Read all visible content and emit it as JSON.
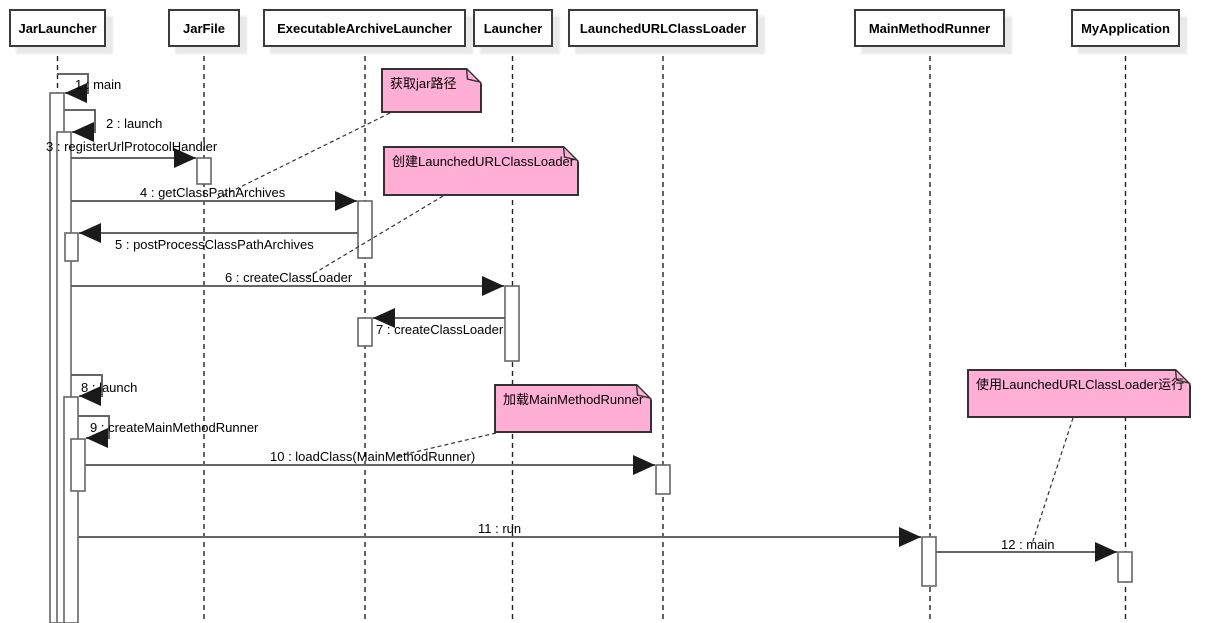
{
  "participants": [
    {
      "name": "JarLauncher"
    },
    {
      "name": "JarFile"
    },
    {
      "name": "ExecutableArchiveLauncher"
    },
    {
      "name": "Launcher"
    },
    {
      "name": "LaunchedURLClassLoader"
    },
    {
      "name": "MainMethodRunner"
    },
    {
      "name": "MyApplication"
    }
  ],
  "messages": [
    {
      "label": "1 : main",
      "from": "JarLauncher",
      "to": "JarLauncher",
      "kind": "self"
    },
    {
      "label": "2 : launch",
      "from": "JarLauncher",
      "to": "JarLauncher",
      "kind": "self"
    },
    {
      "label": "3 : registerUrlProtocolHandler",
      "from": "JarLauncher",
      "to": "JarFile",
      "kind": "call"
    },
    {
      "label": "4 : getClassPathArchives",
      "from": "JarLauncher",
      "to": "ExecutableArchiveLauncher",
      "kind": "call"
    },
    {
      "label": "5 : postProcessClassPathArchives",
      "from": "ExecutableArchiveLauncher",
      "to": "JarLauncher",
      "kind": "call"
    },
    {
      "label": "6 : createClassLoader",
      "from": "JarLauncher",
      "to": "Launcher",
      "kind": "call"
    },
    {
      "label": "7 : createClassLoader",
      "from": "Launcher",
      "to": "ExecutableArchiveLauncher",
      "kind": "call"
    },
    {
      "label": "8 : launch",
      "from": "JarLauncher",
      "to": "JarLauncher",
      "kind": "self"
    },
    {
      "label": "9 : createMainMethodRunner",
      "from": "JarLauncher",
      "to": "JarLauncher",
      "kind": "self"
    },
    {
      "label": "10 : loadClass(MainMethodRunner)",
      "from": "JarLauncher",
      "to": "LaunchedURLClassLoader",
      "kind": "call"
    },
    {
      "label": "11 : run",
      "from": "JarLauncher",
      "to": "MainMethodRunner",
      "kind": "call"
    },
    {
      "label": "12 : main",
      "from": "MainMethodRunner",
      "to": "MyApplication",
      "kind": "call"
    }
  ],
  "notes": [
    {
      "text": "获取jar路径",
      "anchor": "4 : getClassPathArchives"
    },
    {
      "text": "创建LaunchedURLClassLoader",
      "anchor": "6 : createClassLoader"
    },
    {
      "text": "加载MainMethodRunner",
      "anchor": "10 : loadClass(MainMethodRunner)"
    },
    {
      "text": "使用LaunchedURLClassLoader运行",
      "anchor": "12 : main"
    }
  ],
  "colors": {
    "note_fill": "#ffaed5",
    "note_border": "#333333",
    "box_border": "#3b3b3b",
    "box_fill": "#ffffff",
    "message_line": "#666666",
    "arrowhead": "#1a1a1a",
    "lifeline": "#222222",
    "shadow": "#e9e9e9"
  }
}
